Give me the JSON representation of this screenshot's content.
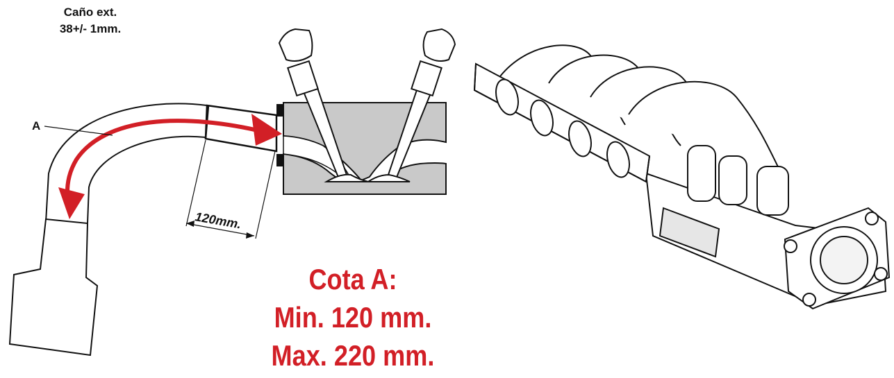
{
  "pipe_note": {
    "line1": "Caño ext.",
    "line2": "38+/- 1mm."
  },
  "label_a": "A",
  "dimension_label": "120mm.",
  "cota": {
    "title": "Cota A:",
    "min": "Min. 120 mm.",
    "max": "Max. 220 mm."
  },
  "colors": {
    "accent_red": "#d21f26",
    "head_gray": "#c9c9c9",
    "line": "#111111"
  }
}
